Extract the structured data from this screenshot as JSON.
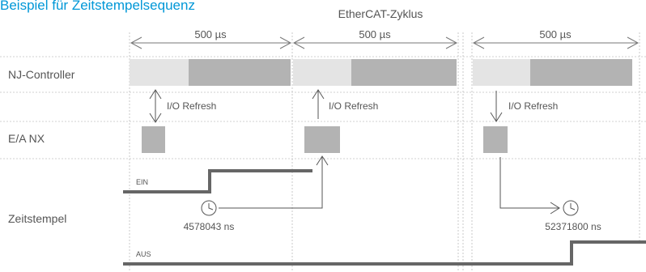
{
  "title": "Beispiel für Zeitstempelsequenz",
  "cycle_label": "EtherCAT-Zyklus",
  "durations": [
    "500 µs",
    "500 µs",
    "500 µs"
  ],
  "rows": {
    "controller": "NJ-Controller",
    "io": "E/A NX",
    "timestamp": "Zeitstempel"
  },
  "io_refresh": [
    "I/O Refresh",
    "I/O Refresh",
    "I/O Refresh"
  ],
  "signal_labels": {
    "on": "EIN",
    "off": "AUS"
  },
  "timestamps": [
    "4578043 ns",
    "52371800 ns"
  ],
  "colors": {
    "title": "#0097d7",
    "bar_light": "#e4e4e4",
    "bar_dark": "#b3b3b3",
    "io_block": "#b3b3b3",
    "signal": "#666666",
    "grid_dash": "#c8c8c8",
    "text": "#555555"
  }
}
